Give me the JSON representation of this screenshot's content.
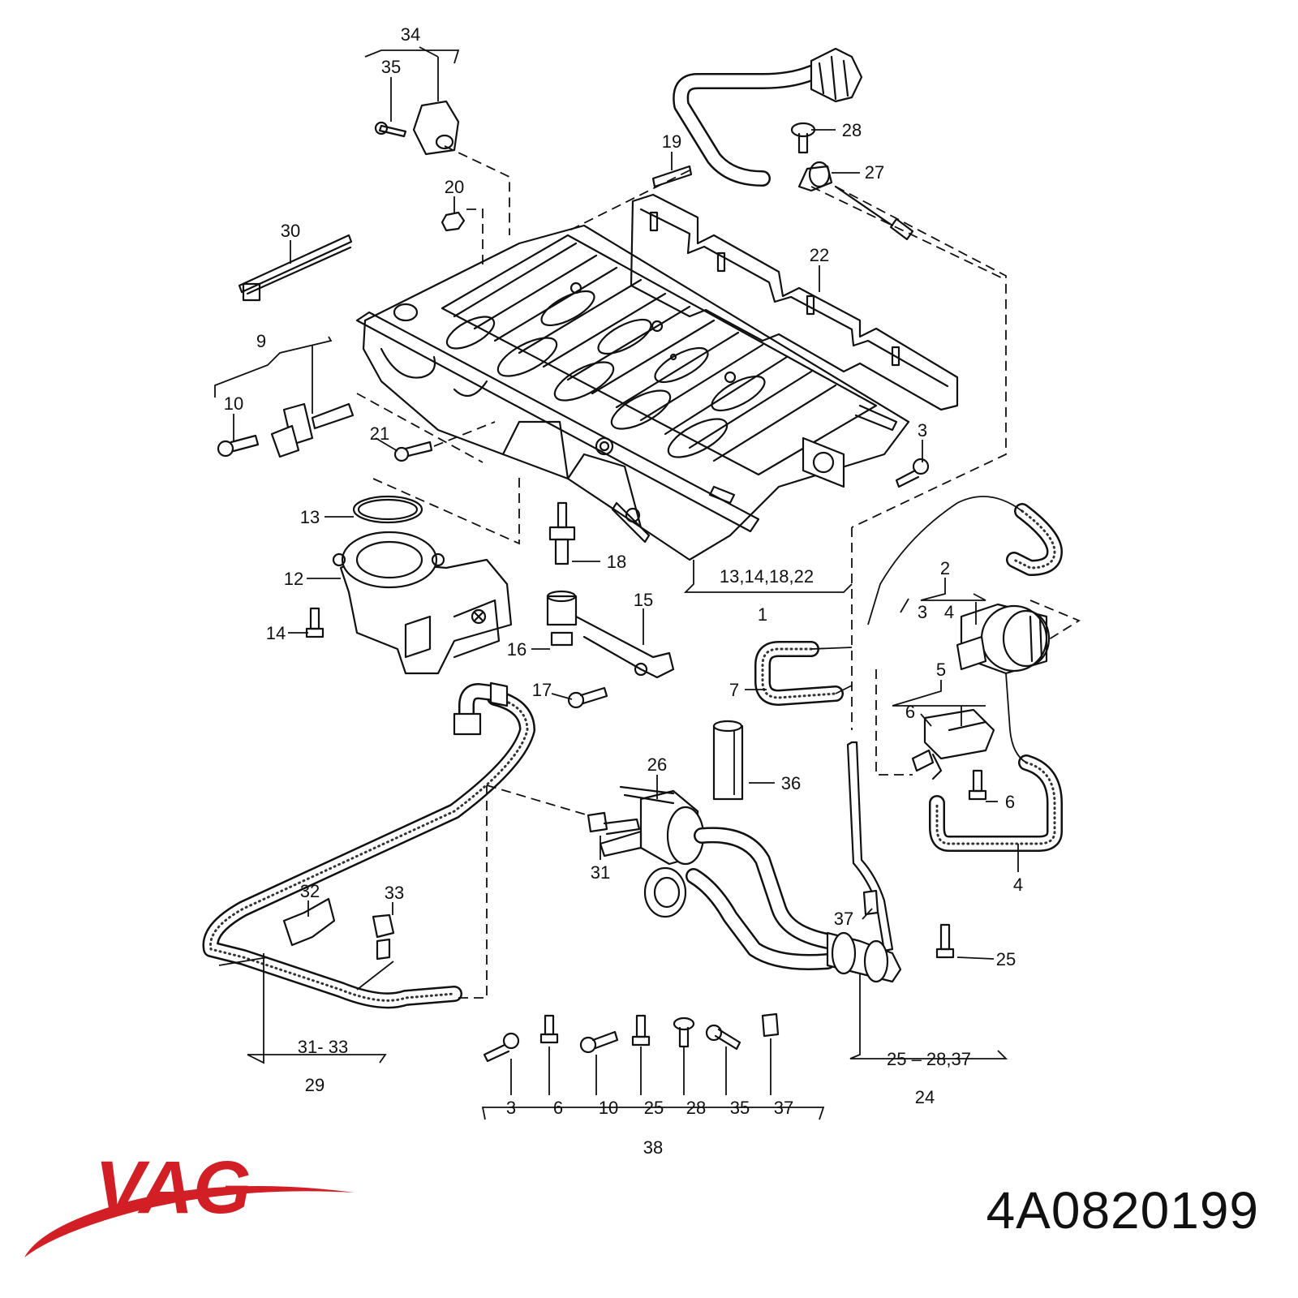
{
  "callouts": {
    "c1": "1",
    "c2": "2",
    "c3a": "3",
    "c3b": "3",
    "c3c": "3",
    "c4a": "4",
    "c4b": "4",
    "c5": "5",
    "c6a": "6",
    "c6b": "6",
    "c6c": "6",
    "c7": "7",
    "c9": "9",
    "c10a": "10",
    "c10b": "10",
    "c12": "12",
    "c13": "13",
    "c14": "14",
    "c15": "15",
    "c16": "16",
    "c17": "17",
    "c18": "18",
    "c19": "19",
    "c20": "20",
    "c21": "21",
    "c22": "22",
    "c24": "24",
    "c25a": "25",
    "c25b": "25",
    "c26": "26",
    "c27": "27",
    "c28a": "28",
    "c28b": "28",
    "c29": "29",
    "c30": "30",
    "c31": "31",
    "c32": "32",
    "c33": "33",
    "c34": "34",
    "c35a": "35",
    "c35b": "35",
    "c36": "36",
    "c37a": "37",
    "c37b": "37",
    "c38": "38",
    "g1": "13,14,18,22",
    "g24": "25 – 28,37",
    "g29": "31- 33"
  },
  "brand": {
    "logo_text": "VAG",
    "logo_color": "#d21f26"
  },
  "part_number": "4A0820199",
  "icons": [
    "intake-manifold",
    "throttle-body",
    "gasket",
    "vacuum-hose",
    "bolt",
    "clip",
    "sensor",
    "pressure-sensor",
    "solenoid-valve"
  ]
}
